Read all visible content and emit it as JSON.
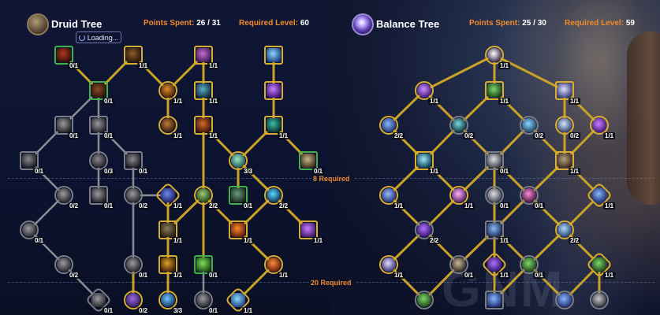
{
  "left_tree": {
    "icon": "druid-bear-icon",
    "title": "Druid Tree",
    "points_label": "Points Spent:",
    "points_value": "26 / 31",
    "level_label": "Required Level:",
    "level_value": "60",
    "loading_label": "Loading..."
  },
  "right_tree": {
    "icon": "balance-star-icon",
    "title": "Balance Tree",
    "points_label": "Points Spent:",
    "points_value": "25 / 30",
    "level_label": "Required Level:",
    "level_value": "59"
  },
  "gates": [
    {
      "id": "gate-8",
      "label": "8 Required"
    },
    {
      "id": "gate-20",
      "label": "20 Required"
    }
  ],
  "watermark": "GNM",
  "nodes": [
    {
      "id": "L1",
      "shape": "sq",
      "state": "green",
      "rank": "0/1",
      "colors": [
        "#b33a1e",
        "#2a0e08"
      ]
    },
    {
      "id": "L2",
      "shape": "sq",
      "state": "gold",
      "rank": "1/1",
      "colors": [
        "#8a5a2a",
        "#2a180a"
      ]
    },
    {
      "id": "L3",
      "shape": "sq",
      "state": "gold",
      "rank": "1/1",
      "colors": [
        "#c46ad8",
        "#3a1a4a"
      ]
    },
    {
      "id": "L4",
      "shape": "sq",
      "state": "gold",
      "rank": "",
      "colors": [
        "#8ad8ff",
        "#1a3a7a"
      ]
    },
    {
      "id": "L5",
      "shape": "sq",
      "state": "green",
      "rank": "0/1",
      "colors": [
        "#8a4a2a",
        "#2a1408"
      ]
    },
    {
      "id": "L6",
      "shape": "ci",
      "state": "gold",
      "rank": "1/1",
      "colors": [
        "#e08a2a",
        "#3a1a08"
      ]
    },
    {
      "id": "L7",
      "shape": "sq",
      "state": "gold",
      "rank": "1/1",
      "colors": [
        "#5ab0c8",
        "#102a3a"
      ]
    },
    {
      "id": "L8",
      "shape": "sq",
      "state": "gold",
      "rank": "",
      "colors": [
        "#c880ff",
        "#3a1070"
      ]
    },
    {
      "id": "L9",
      "shape": "sq",
      "state": "grey",
      "rank": "0/1",
      "colors": [
        "#9a9aa0",
        "#202024"
      ]
    },
    {
      "id": "L10",
      "shape": "sq",
      "state": "grey",
      "rank": "0/1",
      "colors": [
        "#9a9aa0",
        "#202024"
      ]
    },
    {
      "id": "L11",
      "shape": "ci",
      "state": "gold",
      "rank": "1/1",
      "colors": [
        "#c07a3a",
        "#2a1408"
      ]
    },
    {
      "id": "L12",
      "shape": "sq",
      "state": "gold",
      "rank": "1/1",
      "colors": [
        "#d86a2a",
        "#3a1408"
      ]
    },
    {
      "id": "L13",
      "shape": "sq",
      "state": "gold",
      "rank": "1/1",
      "colors": [
        "#3ac0a8",
        "#0a2a2a"
      ]
    },
    {
      "id": "L14",
      "shape": "sq",
      "state": "grey",
      "rank": "0/1",
      "colors": [
        "#8a8a90",
        "#1a1a1e"
      ]
    },
    {
      "id": "L15",
      "shape": "ci",
      "state": "grey",
      "rank": "0/3",
      "colors": [
        "#8a8a90",
        "#1a1a1e"
      ]
    },
    {
      "id": "L16",
      "shape": "sq",
      "state": "grey",
      "rank": "0/1",
      "colors": [
        "#8a8a90",
        "#1a1a1e"
      ]
    },
    {
      "id": "L17",
      "shape": "ci",
      "state": "gold",
      "rank": "3/3",
      "colors": [
        "#9ae8c8",
        "#1a4a4a"
      ]
    },
    {
      "id": "L18",
      "shape": "sq",
      "state": "green",
      "rank": "0/1",
      "colors": [
        "#c8b88a",
        "#3a2a1a"
      ]
    },
    {
      "id": "L19",
      "shape": "ci",
      "state": "grey",
      "rank": "0/2",
      "colors": [
        "#9a9aa0",
        "#202024"
      ]
    },
    {
      "id": "L20",
      "shape": "sq",
      "state": "grey",
      "rank": "0/1",
      "colors": [
        "#9a9aa0",
        "#202024"
      ]
    },
    {
      "id": "L21",
      "shape": "ci",
      "state": "grey",
      "rank": "0/2",
      "colors": [
        "#9a9aa0",
        "#202024"
      ]
    },
    {
      "id": "L22",
      "shape": "hx",
      "state": "gold",
      "rank": "1/1",
      "colors": [
        "#6a8af0",
        "#1a1a5a"
      ]
    },
    {
      "id": "L23",
      "shape": "ci",
      "state": "gold",
      "rank": "2/2",
      "colors": [
        "#9acd6a",
        "#1a3a1a"
      ]
    },
    {
      "id": "L24",
      "shape": "sq",
      "state": "green",
      "rank": "0/1",
      "colors": [
        "#6a9a7a",
        "#1a2a1e"
      ]
    },
    {
      "id": "L25",
      "shape": "ci",
      "state": "gold",
      "rank": "2/2",
      "colors": [
        "#5ad8ff",
        "#0a2a4a"
      ]
    },
    {
      "id": "L26",
      "shape": "ci",
      "state": "grey",
      "rank": "0/1",
      "colors": [
        "#9a9aa0",
        "#202024"
      ]
    },
    {
      "id": "L27",
      "shape": "sq",
      "state": "gold",
      "rank": "1/1",
      "colors": [
        "#8a7a5a",
        "#2a2218"
      ]
    },
    {
      "id": "L28",
      "shape": "sq",
      "state": "gold",
      "rank": "1/1",
      "colors": [
        "#ff8a2a",
        "#5a1a08"
      ]
    },
    {
      "id": "L29",
      "shape": "sq",
      "state": "gold",
      "rank": "1/1",
      "colors": [
        "#c87aff",
        "#3a1a6a"
      ]
    },
    {
      "id": "L30",
      "shape": "ci",
      "state": "grey",
      "rank": "0/2",
      "colors": [
        "#9a9aa0",
        "#202024"
      ]
    },
    {
      "id": "L31",
      "shape": "ci",
      "state": "grey",
      "rank": "0/1",
      "colors": [
        "#9a9aa0",
        "#202024"
      ]
    },
    {
      "id": "L32",
      "shape": "sq",
      "state": "gold",
      "rank": "1/1",
      "colors": [
        "#e0a02a",
        "#3a2008"
      ]
    },
    {
      "id": "L33",
      "shape": "sq",
      "state": "green",
      "rank": "0/1",
      "colors": [
        "#7ae05a",
        "#1a4a10"
      ]
    },
    {
      "id": "L34",
      "shape": "ci",
      "state": "gold",
      "rank": "1/1",
      "colors": [
        "#ff8a3a",
        "#5a1a08"
      ]
    },
    {
      "id": "L35",
      "shape": "hx",
      "state": "grey",
      "rank": "0/1",
      "colors": [
        "#9a9aa0",
        "#202024"
      ]
    },
    {
      "id": "L36",
      "shape": "ci",
      "state": "gold",
      "rank": "0/2",
      "colors": [
        "#9a6ae0",
        "#2a1a5a"
      ]
    },
    {
      "id": "L37",
      "shape": "ci",
      "state": "gold",
      "rank": "3/3",
      "colors": [
        "#6ac8ff",
        "#102a5a"
      ]
    },
    {
      "id": "L38",
      "shape": "ci",
      "state": "grey",
      "rank": "0/1",
      "colors": [
        "#9a9aa0",
        "#202024"
      ]
    },
    {
      "id": "L39",
      "shape": "hx",
      "state": "gold",
      "rank": "1/1",
      "colors": [
        "#8ad8ff",
        "#1a3a7a"
      ]
    },
    {
      "id": "R1",
      "shape": "ci",
      "state": "gold",
      "rank": "1/1",
      "colors": [
        "#ffffff",
        "#2a1a3a"
      ]
    },
    {
      "id": "R2",
      "shape": "ci",
      "state": "gold",
      "rank": "1/1",
      "colors": [
        "#c890ff",
        "#3a1070"
      ]
    },
    {
      "id": "R3",
      "shape": "sq",
      "state": "gold",
      "rank": "1/1",
      "colors": [
        "#7ad86a",
        "#1a3a18"
      ]
    },
    {
      "id": "R4",
      "shape": "sq",
      "state": "gold",
      "rank": "1/1",
      "colors": [
        "#e0e0ff",
        "#3a3a7a"
      ]
    },
    {
      "id": "R5",
      "shape": "ci",
      "state": "gold",
      "rank": "2/2",
      "colors": [
        "#8ab8ff",
        "#1a2a6a"
      ]
    },
    {
      "id": "R6",
      "shape": "ci",
      "state": "grey",
      "rank": "0/2",
      "colors": [
        "#7ad8e0",
        "#0a2a30"
      ]
    },
    {
      "id": "R7",
      "shape": "ci",
      "state": "grey",
      "rank": "0/2",
      "colors": [
        "#8ad8ff",
        "#1a3a5a"
      ]
    },
    {
      "id": "R8",
      "shape": "ci",
      "state": "gold",
      "rank": "0/2",
      "colors": [
        "#d8e8ff",
        "#2a3a6a"
      ]
    },
    {
      "id": "R9",
      "shape": "ci",
      "state": "gold",
      "rank": "1/1",
      "colors": [
        "#c880ff",
        "#3a1070"
      ]
    },
    {
      "id": "R10",
      "shape": "sq",
      "state": "gold",
      "rank": "1/1",
      "colors": [
        "#9ae8ff",
        "#0a3a4a"
      ]
    },
    {
      "id": "R11",
      "shape": "sq",
      "state": "grey",
      "rank": "0/1",
      "colors": [
        "#e0e0e8",
        "#3a3a44"
      ]
    },
    {
      "id": "R12",
      "shape": "sq",
      "state": "gold",
      "rank": "1/1",
      "colors": [
        "#b8a080",
        "#3a2a1a"
      ]
    },
    {
      "id": "R13",
      "shape": "ci",
      "state": "gold",
      "rank": "1/1",
      "colors": [
        "#9ab8ff",
        "#1a2a6a"
      ]
    },
    {
      "id": "R14",
      "shape": "ci",
      "state": "gold",
      "rank": "1/1",
      "colors": [
        "#ffb0ff",
        "#4a1a5a"
      ]
    },
    {
      "id": "R15",
      "shape": "ci",
      "state": "grey",
      "rank": "0/1",
      "colors": [
        "#e0e0e8",
        "#3a3a44"
      ]
    },
    {
      "id": "R16",
      "shape": "ci",
      "state": "grey",
      "rank": "0/1",
      "colors": [
        "#ff8ae0",
        "#3a1030"
      ]
    },
    {
      "id": "R17",
      "shape": "hx",
      "state": "gold",
      "rank": "1/1",
      "colors": [
        "#8ab8ff",
        "#1a2a6a"
      ]
    },
    {
      "id": "R18",
      "shape": "ci",
      "state": "grey",
      "rank": "2/2",
      "colors": [
        "#b070ff",
        "#2a1060"
      ]
    },
    {
      "id": "R19",
      "shape": "sq",
      "state": "grey",
      "rank": "1/1",
      "colors": [
        "#8ab8ff",
        "#1a2a4a"
      ]
    },
    {
      "id": "R20",
      "shape": "ci",
      "state": "gold",
      "rank": "2/2",
      "colors": [
        "#b0d8ff",
        "#1a3a6a"
      ]
    },
    {
      "id": "R21",
      "shape": "ci",
      "state": "gold",
      "rank": "1/1",
      "colors": [
        "#e0d8ff",
        "#2a2a6a"
      ]
    },
    {
      "id": "R22",
      "shape": "ci",
      "state": "grey",
      "rank": "0/1",
      "colors": [
        "#c8b8a0",
        "#2a2218"
      ]
    },
    {
      "id": "R23",
      "shape": "hx",
      "state": "gold",
      "rank": "1/1",
      "colors": [
        "#b070ff",
        "#2a1060"
      ]
    },
    {
      "id": "R24",
      "shape": "ci",
      "state": "grey",
      "rank": "0/1",
      "colors": [
        "#7ad86a",
        "#1a3a18"
      ]
    },
    {
      "id": "R25",
      "shape": "hx",
      "state": "gold",
      "rank": "1/1",
      "colors": [
        "#7ad86a",
        "#1a3a18"
      ]
    },
    {
      "id": "R26",
      "shape": "ci",
      "state": "grey",
      "rank": "",
      "colors": [
        "#7ad86a",
        "#1a3a18"
      ]
    },
    {
      "id": "R27",
      "shape": "sq",
      "state": "grey",
      "rank": "",
      "colors": [
        "#8ab8ff",
        "#1a2a6a"
      ]
    },
    {
      "id": "R28",
      "shape": "ci",
      "state": "grey",
      "rank": "",
      "colors": [
        "#8ab8ff",
        "#1a2a6a"
      ]
    },
    {
      "id": "R29",
      "shape": "ci",
      "state": "grey",
      "rank": "",
      "colors": [
        "#c8c8d0",
        "#2a2a30"
      ]
    }
  ]
}
